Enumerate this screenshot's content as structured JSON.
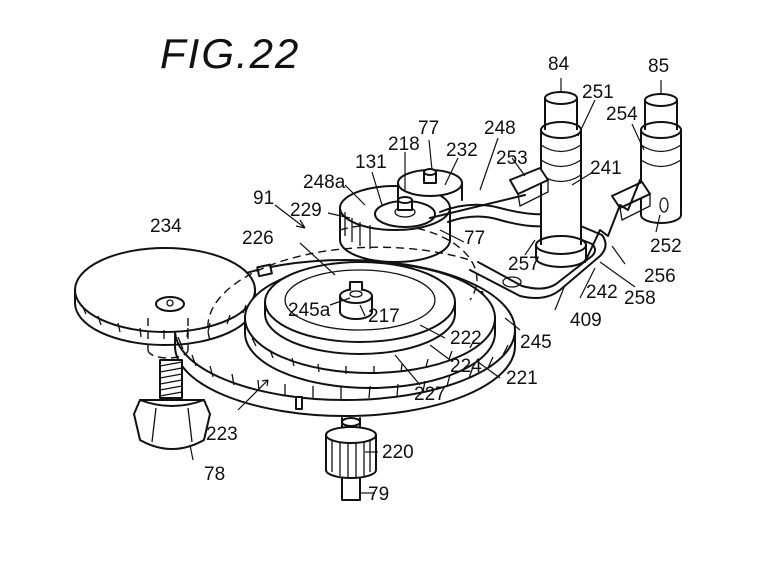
{
  "figure": {
    "title": "FIG.22"
  },
  "labels": [
    {
      "id": "84",
      "text": "84"
    },
    {
      "id": "85",
      "text": "85"
    },
    {
      "id": "251",
      "text": "251"
    },
    {
      "id": "254",
      "text": "254"
    },
    {
      "id": "77a",
      "text": "77"
    },
    {
      "id": "248",
      "text": "248"
    },
    {
      "id": "218",
      "text": "218"
    },
    {
      "id": "232",
      "text": "232"
    },
    {
      "id": "253",
      "text": "253"
    },
    {
      "id": "241",
      "text": "241"
    },
    {
      "id": "131",
      "text": "131"
    },
    {
      "id": "248a",
      "text": "248a"
    },
    {
      "id": "91",
      "text": "91"
    },
    {
      "id": "229",
      "text": "229"
    },
    {
      "id": "234",
      "text": "234"
    },
    {
      "id": "226",
      "text": "226"
    },
    {
      "id": "77b",
      "text": "77"
    },
    {
      "id": "257",
      "text": "257"
    },
    {
      "id": "252",
      "text": "252"
    },
    {
      "id": "256",
      "text": "256"
    },
    {
      "id": "258",
      "text": "258"
    },
    {
      "id": "242",
      "text": "242"
    },
    {
      "id": "409",
      "text": "409"
    },
    {
      "id": "245a",
      "text": "245a"
    },
    {
      "id": "217",
      "text": "217"
    },
    {
      "id": "222",
      "text": "222"
    },
    {
      "id": "245",
      "text": "245"
    },
    {
      "id": "224",
      "text": "224"
    },
    {
      "id": "221",
      "text": "221"
    },
    {
      "id": "227",
      "text": "227"
    },
    {
      "id": "223",
      "text": "223"
    },
    {
      "id": "220",
      "text": "220"
    },
    {
      "id": "78",
      "text": "78"
    },
    {
      "id": "79",
      "text": "79"
    }
  ]
}
